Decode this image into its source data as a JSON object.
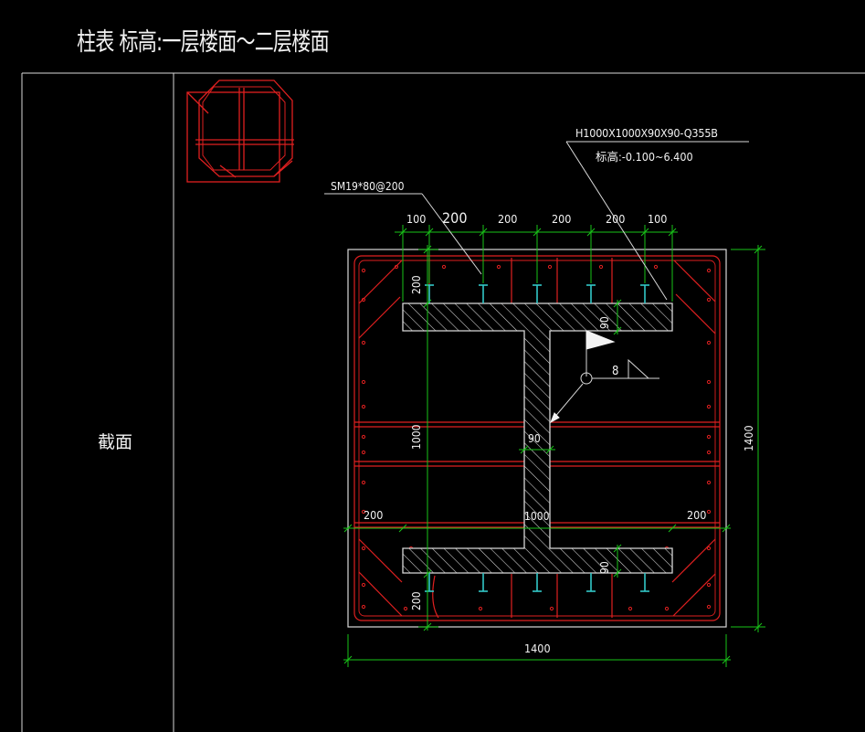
{
  "title": "柱表  标高:一层楼面～二层楼面",
  "row_label": "截面",
  "section_spec": "H1000X1000X90X90-Q355B",
  "elevation_spec": "标高:-0.100~6.400",
  "stud_spec": "SM19*80@200",
  "top_dims": [
    "100",
    "200",
    "200",
    "200",
    "200",
    "100"
  ],
  "side_dim_top": "200",
  "side_dim_bottom": "200",
  "flange_thickness_top": "90",
  "flange_thickness_bottom": "90",
  "web_thickness": "90",
  "weld_size": "8",
  "web_height": "1000",
  "flange_width": "1000",
  "mid_dim_left": "200",
  "mid_dim_right": "200",
  "total_width": "1400",
  "total_height": "1400",
  "colors": {
    "line": "#d8d8d8",
    "dimension": "#19c419",
    "rebar": "#e02020",
    "stud": "#33c8c8",
    "text": "#f2f2f2"
  }
}
